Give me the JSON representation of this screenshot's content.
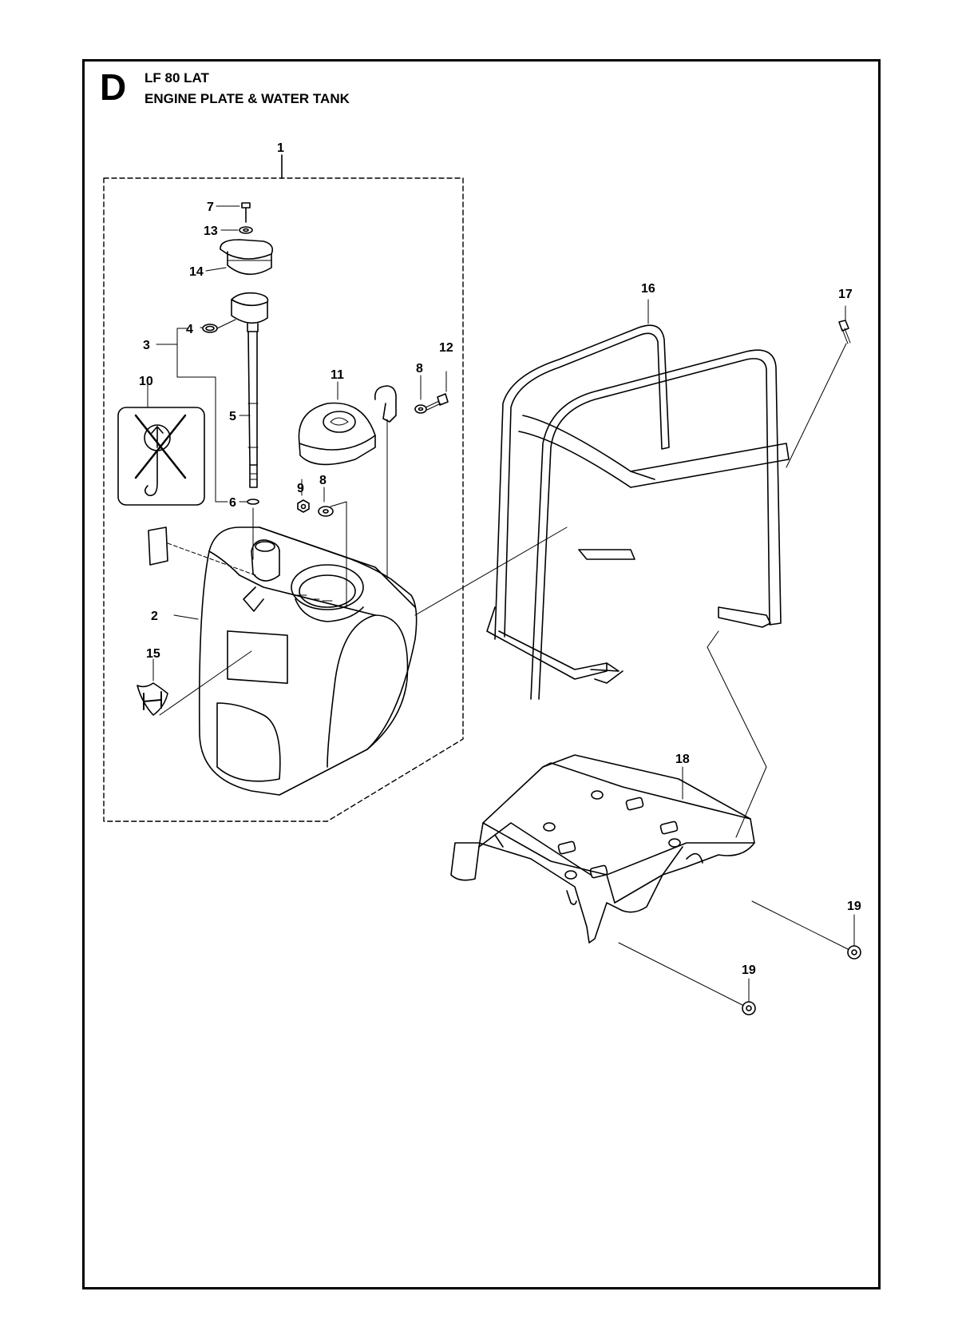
{
  "header": {
    "section_letter": "D",
    "model": "LF 80 LAT",
    "title": "ENGINE PLATE & WATER TANK"
  },
  "callouts": {
    "c1": "1",
    "c2": "2",
    "c3": "3",
    "c4": "4",
    "c5": "5",
    "c6": "6",
    "c7": "7",
    "c8a": "8",
    "c8b": "8",
    "c9": "9",
    "c10": "10",
    "c11": "11",
    "c12": "12",
    "c13": "13",
    "c14": "14",
    "c15": "15",
    "c16": "16",
    "c17": "17",
    "c18": "18",
    "c19a": "19",
    "c19b": "19"
  },
  "icons": {
    "no_lift_label": "no-lifting-hook-icon",
    "brand_logo": "husqvarna-h-logo-icon",
    "tank_cap_logo": "fish-logo-icon"
  }
}
